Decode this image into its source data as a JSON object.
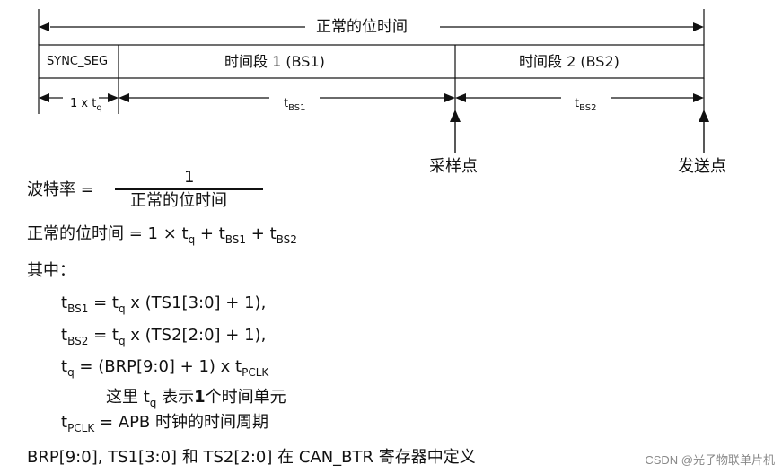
{
  "diagram": {
    "nominal_bit_time": "正常的位时间",
    "sync_seg": "SYNC_SEG",
    "bs1_label": "时间段 1 (BS1)",
    "bs2_label": "时间段 2 (BS2)",
    "dur_sync": "1 x t",
    "dur_sync_sub": "q",
    "dur_bs1": "t",
    "dur_bs1_sub": "BS1",
    "dur_bs2": "t",
    "dur_bs2_sub": "BS2",
    "sample_point": "采样点",
    "transmit_point": "发送点"
  },
  "formulas": {
    "baud_lhs": "波特率 =",
    "baud_num": "1",
    "baud_den": "正常的位时间",
    "nbt_lhs": "正常的位时间 = 1 × t",
    "nbt_q": "q",
    "nbt_plus1": " + t",
    "nbt_bs1": "BS1",
    "nbt_plus2": " + t",
    "nbt_bs2": "BS2",
    "where": "其中：",
    "l1_t": "t",
    "l1_sub": "BS1",
    "l1_mid": " = t",
    "l1_q": "q",
    "l1_rest": " x (TS1[3:0] + 1),",
    "l2_t": "t",
    "l2_sub": "BS2",
    "l2_mid": " = t",
    "l2_q": "q",
    "l2_rest": " x (TS2[2:0] + 1),",
    "l3_t": "t",
    "l3_q": "q",
    "l3_mid": " = (BRP[9:0] + 1) x t",
    "l3_sub": "PCLK",
    "l4_a": "这里 t",
    "l4_q": "q",
    "l4_b": " 表示",
    "l4_one": "1",
    "l4_c": "个时间单元",
    "l5_t": "t",
    "l5_sub": "PCLK",
    "l5_rest": " = APB 时钟的时间周期",
    "footer": "BRP[9:0], TS1[3:0] 和 TS2[2:0] 在 CAN_BTR 寄存器中定义"
  },
  "watermark": "CSDN @光子物联单片机"
}
